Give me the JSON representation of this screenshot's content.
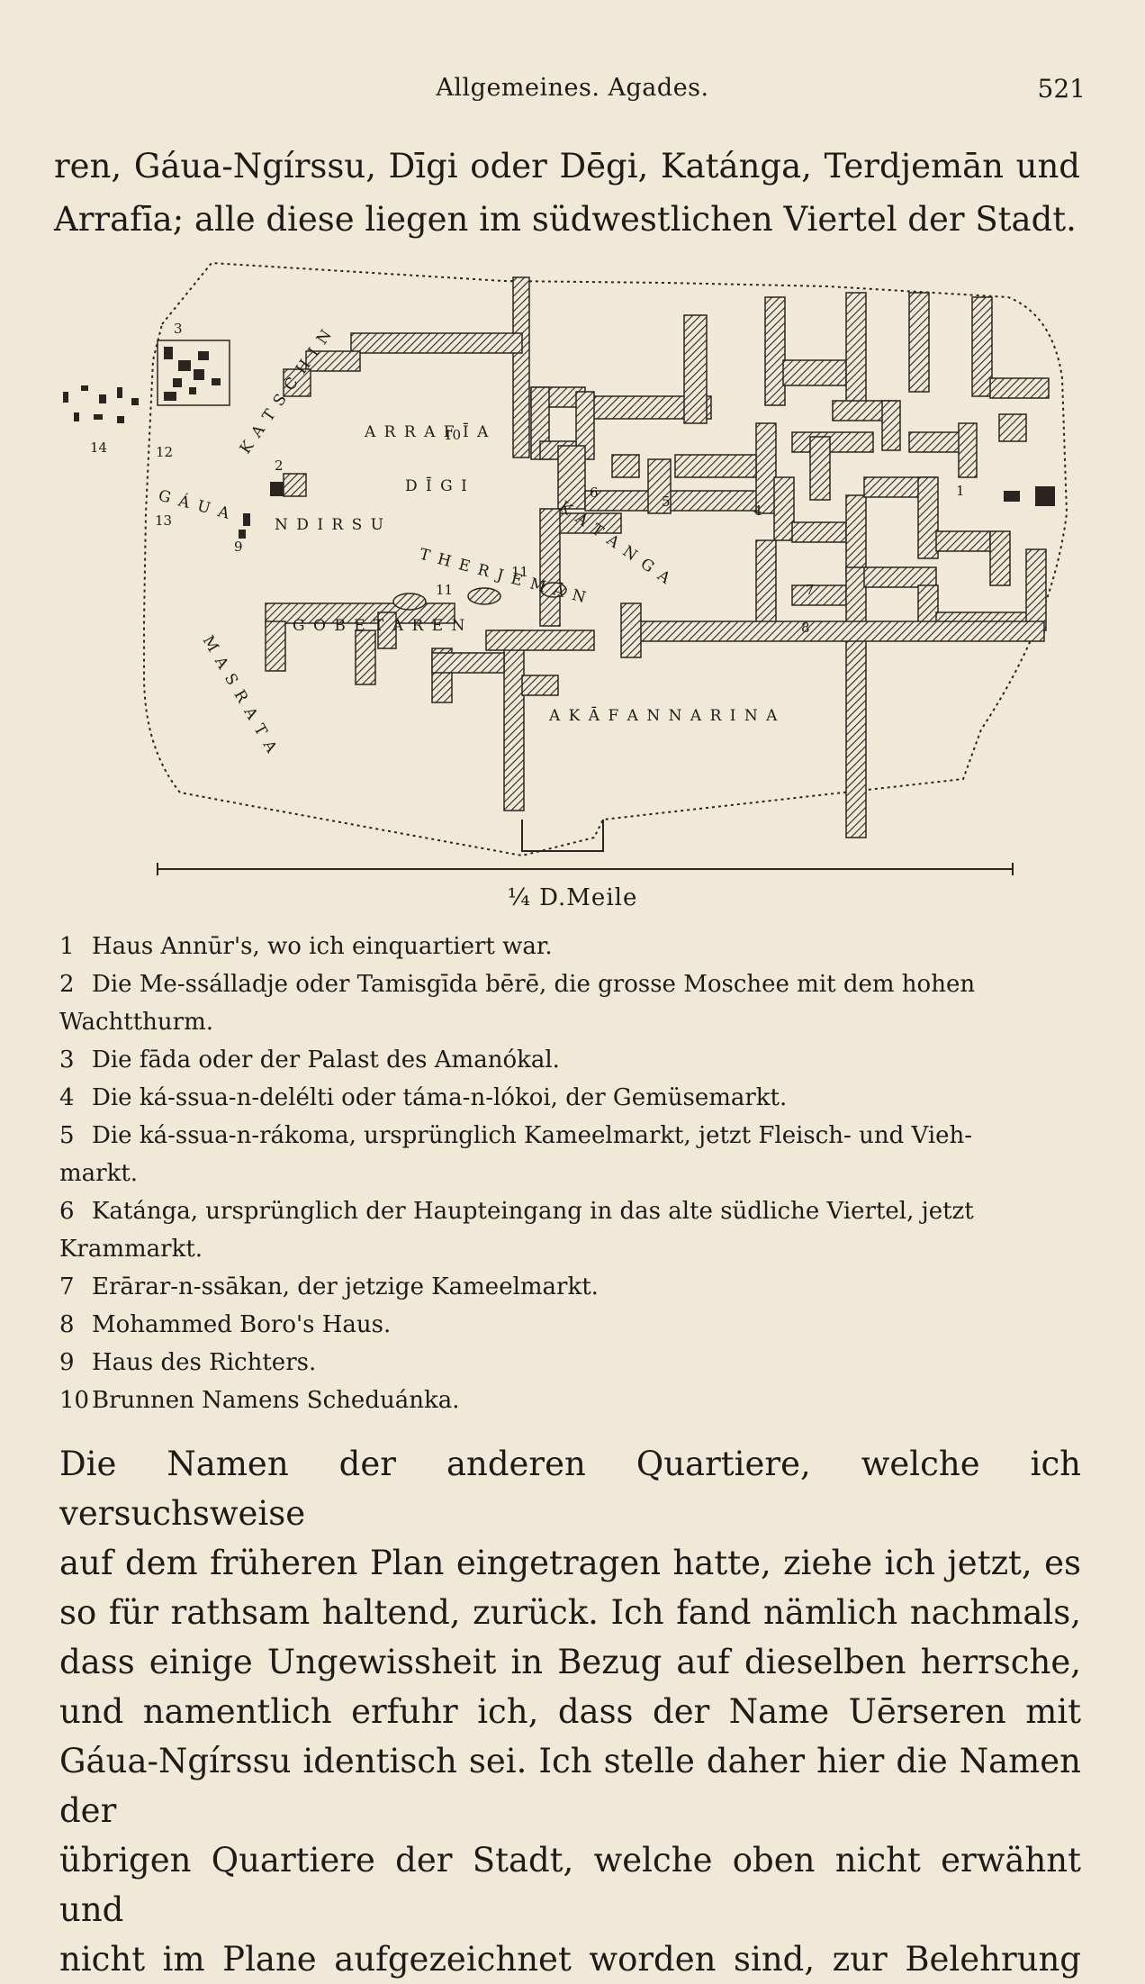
{
  "header": {
    "title": "Allgemeines. Agades.",
    "page_number": "521"
  },
  "lead_text": "ren, Gáua-Ngírssu, Dīgi oder Dēgi, Katánga, Terdjemān und Arrafīa; alle diese liegen im südwestlichen Viertel der Stadt.",
  "map": {
    "quarter_labels": {
      "katschin": "K A T S C H I N",
      "arrafia": "A R R A F Ī A",
      "digi": "D Ī G I",
      "gaua": "G Á U A",
      "ngirssu": "N D I R S U",
      "katanga": "K A T A N G A",
      "therjeman": "T H E R J E M Ā N",
      "gobetaren": "G O B E T A R E N",
      "masrata": "M A S R A T A",
      "akafan": "A K Ā F A N N A R I N A"
    },
    "numbers": {
      "n1": "1",
      "n2": "2",
      "n3": "3",
      "n4": "4",
      "n5": "5",
      "n6": "6",
      "n7": "7",
      "n8": "8",
      "n9": "9",
      "n10": "10",
      "n11": "11",
      "n11b": "11",
      "n12": "12",
      "n13": "13",
      "n14": "14"
    },
    "scale_label": "¼ D.Meile"
  },
  "legend": [
    {
      "num": "1",
      "text": "Haus Annūr's, wo ich einquartiert war."
    },
    {
      "num": "2",
      "text": "Die Me-ssálladje oder Tamisgīda bērē, die grosse Moschee mit dem hohen"
    },
    {
      "num": "",
      "text": "Wachtthurm."
    },
    {
      "num": "3",
      "text": "Die fāda oder der Palast des Amanókal."
    },
    {
      "num": "4",
      "text": "Die ká-ssua-n-delélti oder táma-n-lókoi, der Gemüsemarkt."
    },
    {
      "num": "5",
      "text": "Die ká-ssua-n-rákoma, ursprünglich Kameelmarkt, jetzt Fleisch- und Vieh-"
    },
    {
      "num": "",
      "text": "markt."
    },
    {
      "num": "6",
      "text": "Katánga, ursprünglich der Haupteingang in das alte südliche Viertel, jetzt"
    },
    {
      "num": "",
      "text": "Krammarkt."
    },
    {
      "num": "7",
      "text": "Erārar-n-ssākan, der jetzige Kameelmarkt."
    },
    {
      "num": "8",
      "text": "Mohammed Boro's Haus."
    },
    {
      "num": "9",
      "text": "Haus des Richters."
    },
    {
      "num": "10",
      "text": "Brunnen Namens Scheduánka."
    }
  ],
  "body_lines": [
    "Die Namen der anderen Quartiere, welche ich versuchsweise",
    "auf dem früheren Plan eingetragen hatte, ziehe ich jetzt, es",
    "so für rathsam haltend, zurück. Ich fand nämlich nachmals,",
    "dass einige Ungewissheit in Bezug auf dieselben herrsche,",
    "und namentlich erfuhr ich, dass der Name Uērseren mit",
    "Gáua-Ngírssu identisch sei. Ich stelle daher hier die Namen der",
    "übrigen Quartiere der Stadt, welche oben nicht erwähnt und",
    "nicht im Plane aufgezeichnet worden sind, zur Belehrung"
  ]
}
